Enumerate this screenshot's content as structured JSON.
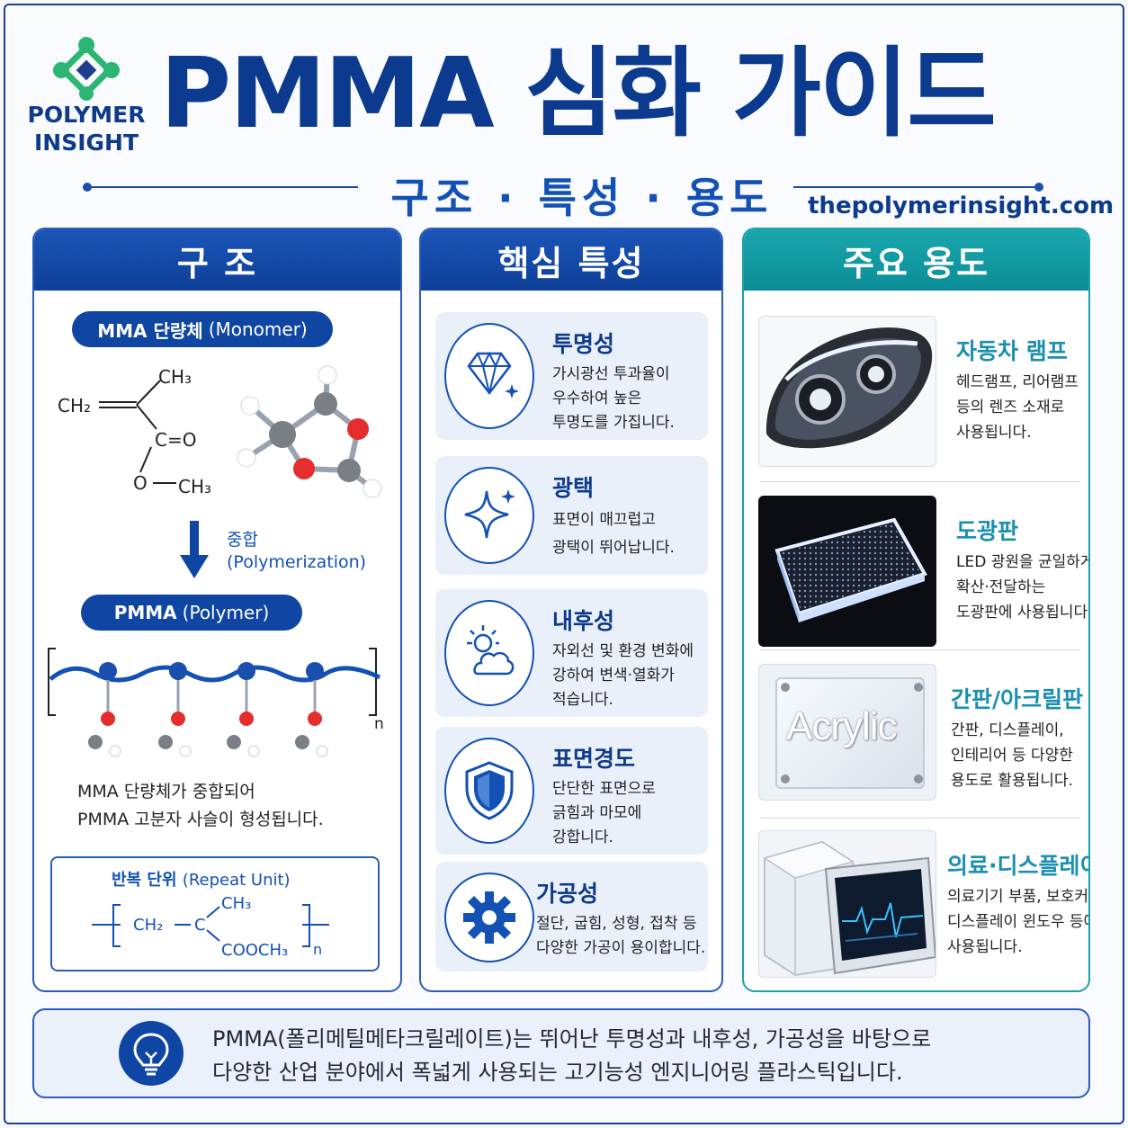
{
  "brand": {
    "logo_line1": "POLYMER",
    "logo_line2": "INSIGHT",
    "website": "thepolymerinsight.com"
  },
  "header": {
    "title": "PMMA 심화 가이드",
    "subtitle": "구조 · 특성 · 용도"
  },
  "structure": {
    "heading": "구 조",
    "monomer_pill": "MMA 단량체",
    "monomer_pill_en": "(Monomer)",
    "chem_ch3": "CH₃",
    "chem_ch2": "CH₂",
    "chem_co": "C=O",
    "chem_o": "O",
    "chem_och3": "CH₃",
    "arrow_label": "중합",
    "arrow_label_en": "(Polymerization)",
    "polymer_pill": "PMMA",
    "polymer_pill_en": "(Polymer)",
    "chain_subscript": "n",
    "description_line1": "MMA 단량체가 중합되어",
    "description_line2": "PMMA 고분자 사슬이 형성됩니다.",
    "repeat_title": "반복 단위",
    "repeat_title_en": "(Repeat Unit)",
    "repeat_ch3": "CH₃",
    "repeat_ch2": "CH₂",
    "repeat_c": "C",
    "repeat_cooch3": "COOCH₃",
    "repeat_n": "n"
  },
  "properties": {
    "heading": "핵심 특성",
    "items": [
      {
        "icon": "diamond-icon",
        "title": "투명성",
        "lines": [
          "가시광선 투과율이",
          "우수하여 높은",
          "투명도를 가집니다."
        ]
      },
      {
        "icon": "sparkle-icon",
        "title": "광택",
        "lines": [
          "표면이 매끄럽고",
          "광택이 뛰어납니다."
        ]
      },
      {
        "icon": "weather-icon",
        "title": "내후성",
        "lines": [
          "자외선 및 환경 변화에",
          "강하여 변색·열화가",
          "적습니다."
        ]
      },
      {
        "icon": "shield-icon",
        "title": "표면경도",
        "lines": [
          "단단한 표면으로",
          "긁힘과 마모에",
          "강합니다."
        ]
      },
      {
        "icon": "gear-icon",
        "title": "가공성",
        "lines": [
          "절단, 굽힘, 성형, 접착 등",
          "다양한 가공이 용이합니다."
        ]
      }
    ]
  },
  "applications": {
    "heading": "주요 용도",
    "items": [
      {
        "image": "headlamp-image",
        "title": "자동차 램프",
        "lines": [
          "헤드램프, 리어램프",
          "등의 렌즈 소재로",
          "사용됩니다."
        ]
      },
      {
        "image": "light-guide-panel-image",
        "title": "도광판",
        "lines": [
          "LED 광원을 균일하게",
          "확산·전달하는",
          "도광판에 사용됩니다."
        ]
      },
      {
        "image": "acrylic-sign-image",
        "title": "간판/아크릴판",
        "lines": [
          "간판, 디스플레이,",
          "인테리어 등 다양한",
          "용도로 활용됩니다."
        ],
        "sign_text": "Acrylic"
      },
      {
        "image": "medical-display-image",
        "title": "의료·디스플레이",
        "lines": [
          "의료기기 부품, 보호커버,",
          "디스플레이 윈도우 등에",
          "사용됩니다."
        ]
      }
    ]
  },
  "footer": {
    "icon": "lightbulb-icon",
    "line1": "PMMA(폴리메틸메타크릴레이트)는 뛰어난 투명성과 내후성, 가공성을 바탕으로",
    "line2": "다양한 산업 분야에서 폭넓게 사용되는 고기능성 엔지니어링 플라스틱입니다."
  },
  "colors": {
    "navy": "#0b3a8e",
    "blue": "#1351b4",
    "teal": "#1aa7ad",
    "logo_green": "#2bb673"
  }
}
